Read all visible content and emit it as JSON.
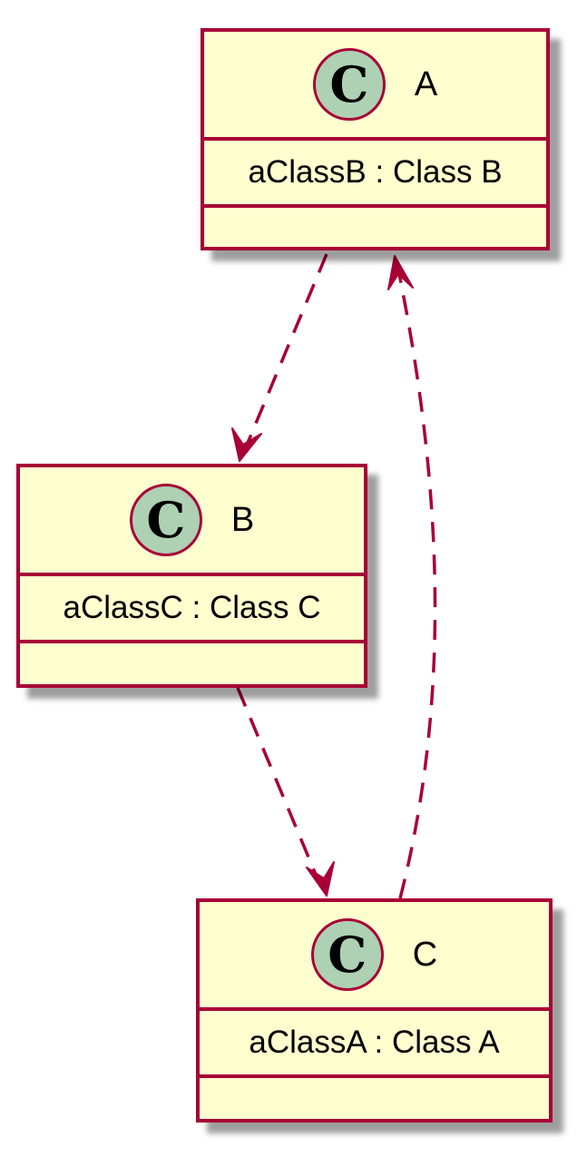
{
  "diagram": {
    "type": "uml-class-diagram",
    "colors": {
      "border": "#a80036",
      "fill": "#fefece",
      "badge": "#add1b2"
    },
    "classes": [
      {
        "id": "A",
        "badge": "C",
        "name": "A",
        "attribute": "aClassB : Class B"
      },
      {
        "id": "B",
        "badge": "C",
        "name": "B",
        "attribute": "aClassC : Class C"
      },
      {
        "id": "C",
        "badge": "C",
        "name": "C",
        "attribute": "aClassA : Class A"
      }
    ],
    "relations": [
      {
        "from": "A",
        "to": "B",
        "style": "dashed",
        "arrow": "open"
      },
      {
        "from": "B",
        "to": "C",
        "style": "dashed",
        "arrow": "open"
      },
      {
        "from": "C",
        "to": "A",
        "style": "dashed",
        "arrow": "open"
      }
    ]
  }
}
